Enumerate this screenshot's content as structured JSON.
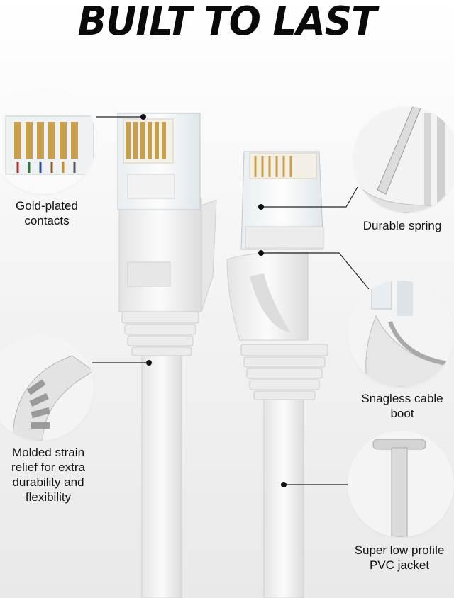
{
  "headline": "BUILT TO LAST",
  "features": {
    "gold": "Gold-plated contacts",
    "spring": "Durable spring",
    "strain": "Molded strain relief for extra durability and flexibility",
    "boot": "Snagless cable boot",
    "jacket": "Super low profile PVC jacket"
  },
  "colors": {
    "plastic": "#f0f0f0",
    "plastic_shade": "#d8d8d8",
    "gold": "#c9a04a",
    "text": "#111111"
  }
}
